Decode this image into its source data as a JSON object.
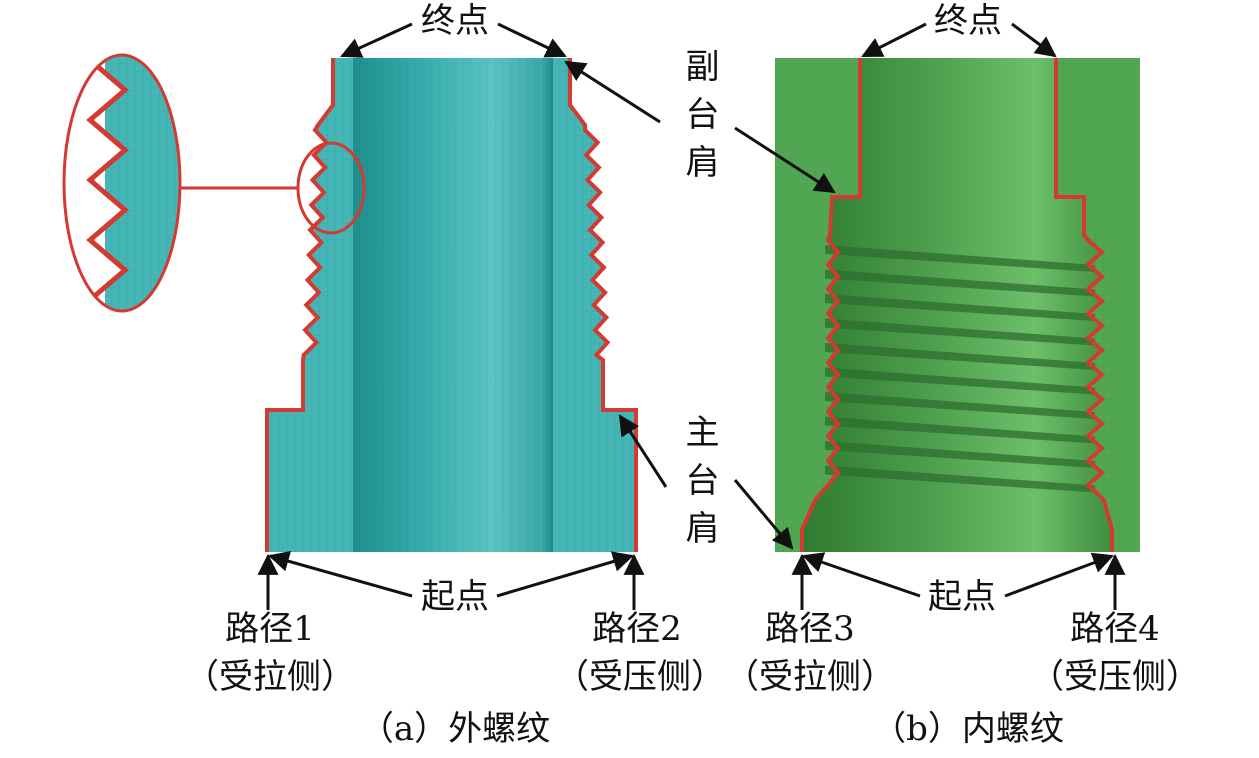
{
  "labels": {
    "end_point": "终点",
    "start_point": "起点",
    "secondary_shoulder": "副台肩",
    "primary_shoulder": "主台肩",
    "path1": "路径1",
    "path2": "路径2",
    "path3": "路径3",
    "path4": "路径4",
    "tension_side": "（受拉侧）",
    "compression_side": "（受压侧）",
    "caption_a": "（a）外螺纹",
    "caption_b": "（b）内螺纹"
  },
  "colors": {
    "external_thread": "#3fb3b3",
    "internal_thread": "#4ea94e",
    "path_outline": "#d23a32",
    "arrow": "#111111"
  }
}
